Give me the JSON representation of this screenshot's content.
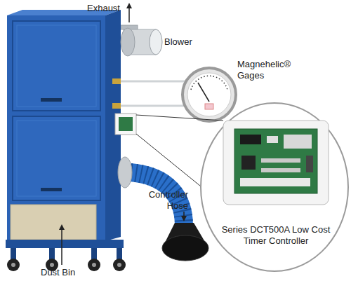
{
  "diagram": {
    "nodes": [
      {
        "text": [
          "Series DCT500A Low Cost Timer Controller"
        ]
      }
    ],
    "labels": [
      "Exhaust",
      "Blower",
      "Magnehelic® Gages",
      "Controller Hose",
      "Dust Bin"
    ]
  }
}
